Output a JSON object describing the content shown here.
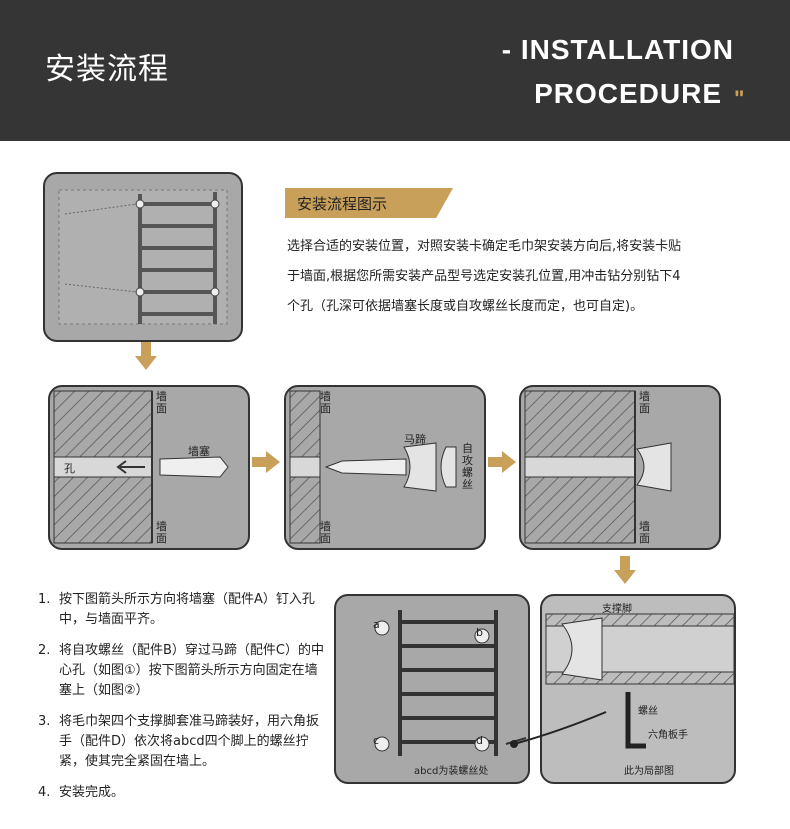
{
  "header": {
    "title_cn": "安装流程",
    "title_en_line1": "- INSTALLATION",
    "title_en_line2": "PROCEDURE",
    "quote_mark": "\"",
    "accent_color": "#c9a05a"
  },
  "section_tag": "安装流程图示",
  "description": [
    "选择合适的安装位置，对照安装卡确定毛巾架安装方向后,将安装卡贴",
    "于墙面,根据您所需安装产品型号选定安装孔位置,用冲击钻分别钻下4",
    "个孔（孔深可依据墙塞长度或自攻螺丝长度而定，也可自定)。"
  ],
  "diagram_labels": {
    "wall": "墙面",
    "hole": "孔",
    "wall_plug": "墙塞",
    "horse_hoof": "马蹄",
    "self_tapping_screw": "自攻螺丝",
    "support_foot": "支撑脚",
    "screw": "螺丝",
    "hex_wrench": "六角板手",
    "partial_view": "此为局部图",
    "abcd_screws": "abcd为装螺丝处",
    "point_a": "a",
    "point_b": "b",
    "point_c": "c",
    "point_d": "d"
  },
  "steps": [
    {
      "num": "1.",
      "text": "按下图箭头所示方向将墙塞（配件A）钉入孔中，与墙面平齐。"
    },
    {
      "num": "2.",
      "text": "将自攻螺丝（配件B）穿过马蹄（配件C）的中心孔（如图①）按下图箭头所示方向固定在墙塞上（如图②）"
    },
    {
      "num": "3.",
      "text": "将毛巾架四个支撑脚套准马蹄装好，用六角扳手（配件D）依次将abcd四个脚上的螺丝拧紧，使其完全紧固在墙上。"
    },
    {
      "num": "4.",
      "text": "安装完成。"
    }
  ]
}
